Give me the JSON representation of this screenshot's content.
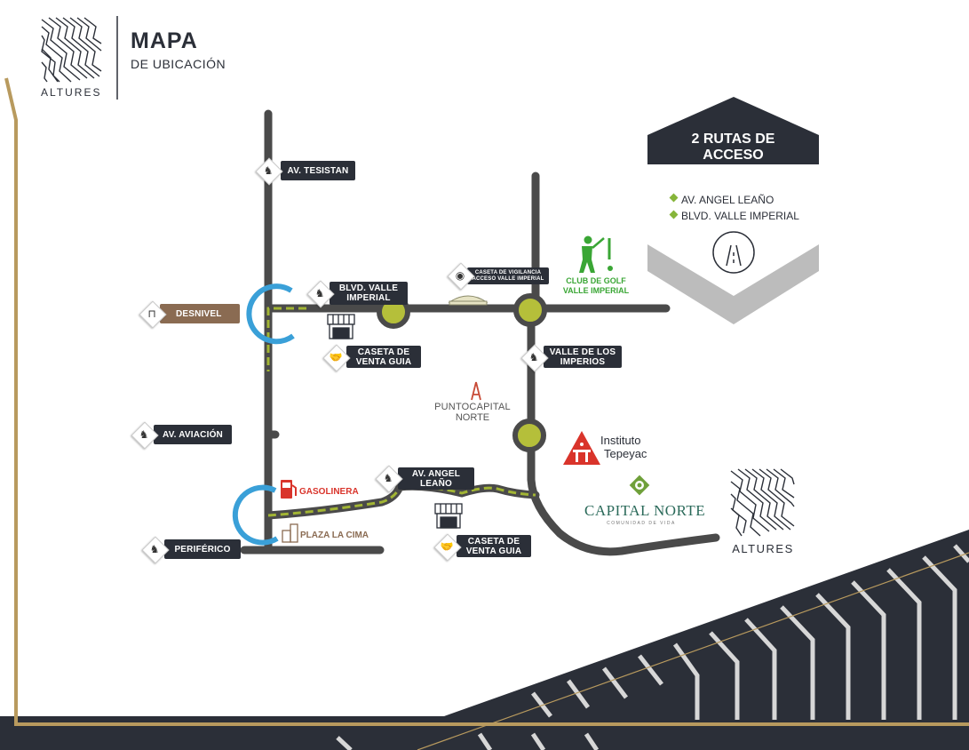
{
  "header": {
    "brand": "ALTURES",
    "title": "MAPA",
    "subtitle": "DE UBICACIÓN"
  },
  "routes_box": {
    "title_line1": "2 RUTAS DE",
    "title_line2": "ACCESO",
    "routes": [
      "AV. ANGEL LEAÑO",
      "BLVD. VALLE IMPERIAL"
    ]
  },
  "labels": {
    "av_tesistan": "AV. TESISTAN",
    "desnivel": "DESNIVEL",
    "blvd_valle_imperial_1": "BLVD. VALLE",
    "blvd_valle_imperial_2": "IMPERIAL",
    "caseta_vigilancia_1": "CASETA DE VIGILANCIA",
    "caseta_vigilancia_2": "ACCESO VALLE IMPERIAL",
    "club_golf_1": "CLUB DE GOLF",
    "club_golf_2": "VALLE IMPERIAL",
    "caseta_venta_1": "CASETA DE",
    "caseta_venta_2": "VENTA GUIA",
    "valle_imperios_1": "VALLE DE LOS",
    "valle_imperios_2": "IMPERIOS",
    "puntocapital_1": "PUNTOCAPITAL",
    "puntocapital_2": "NORTE",
    "av_aviacion": "AV. AVIACIÓN",
    "instituto_1": "Instituto",
    "instituto_2": "Tepeyac",
    "gasolinera": "GASOLINERA",
    "av_angel_leano_1": "AV. ANGEL",
    "av_angel_leano_2": "LEAÑO",
    "plaza_la_cima": "PLAZA LA CIMA",
    "periferico": "PERIFÉRICO",
    "caseta_venta_b_1": "CASETA DE",
    "caseta_venta_b_2": "VENTA GUIA",
    "capital_norte": "CAPITAL NORTE",
    "capital_norte_tag": "COMUNIDAD DE VIDA",
    "altures_logo_bottom": "ALTURES"
  },
  "colors": {
    "dark": "#2b2f38",
    "gold": "#b89a5e",
    "road": "#4a4a4a",
    "roundabout": "#b5bf3a",
    "green_route": "#a2b534",
    "blue": "#3aa0d8",
    "golf_green": "#3aa635",
    "red": "#d9342b",
    "brown": "#8a6b52"
  },
  "icons": [
    "horse-icon",
    "flyover-icon",
    "kiosk-icon",
    "handshake-icon",
    "golfer-icon",
    "gas-pump-icon",
    "plaza-icon",
    "security-camera-icon",
    "road-icon"
  ]
}
